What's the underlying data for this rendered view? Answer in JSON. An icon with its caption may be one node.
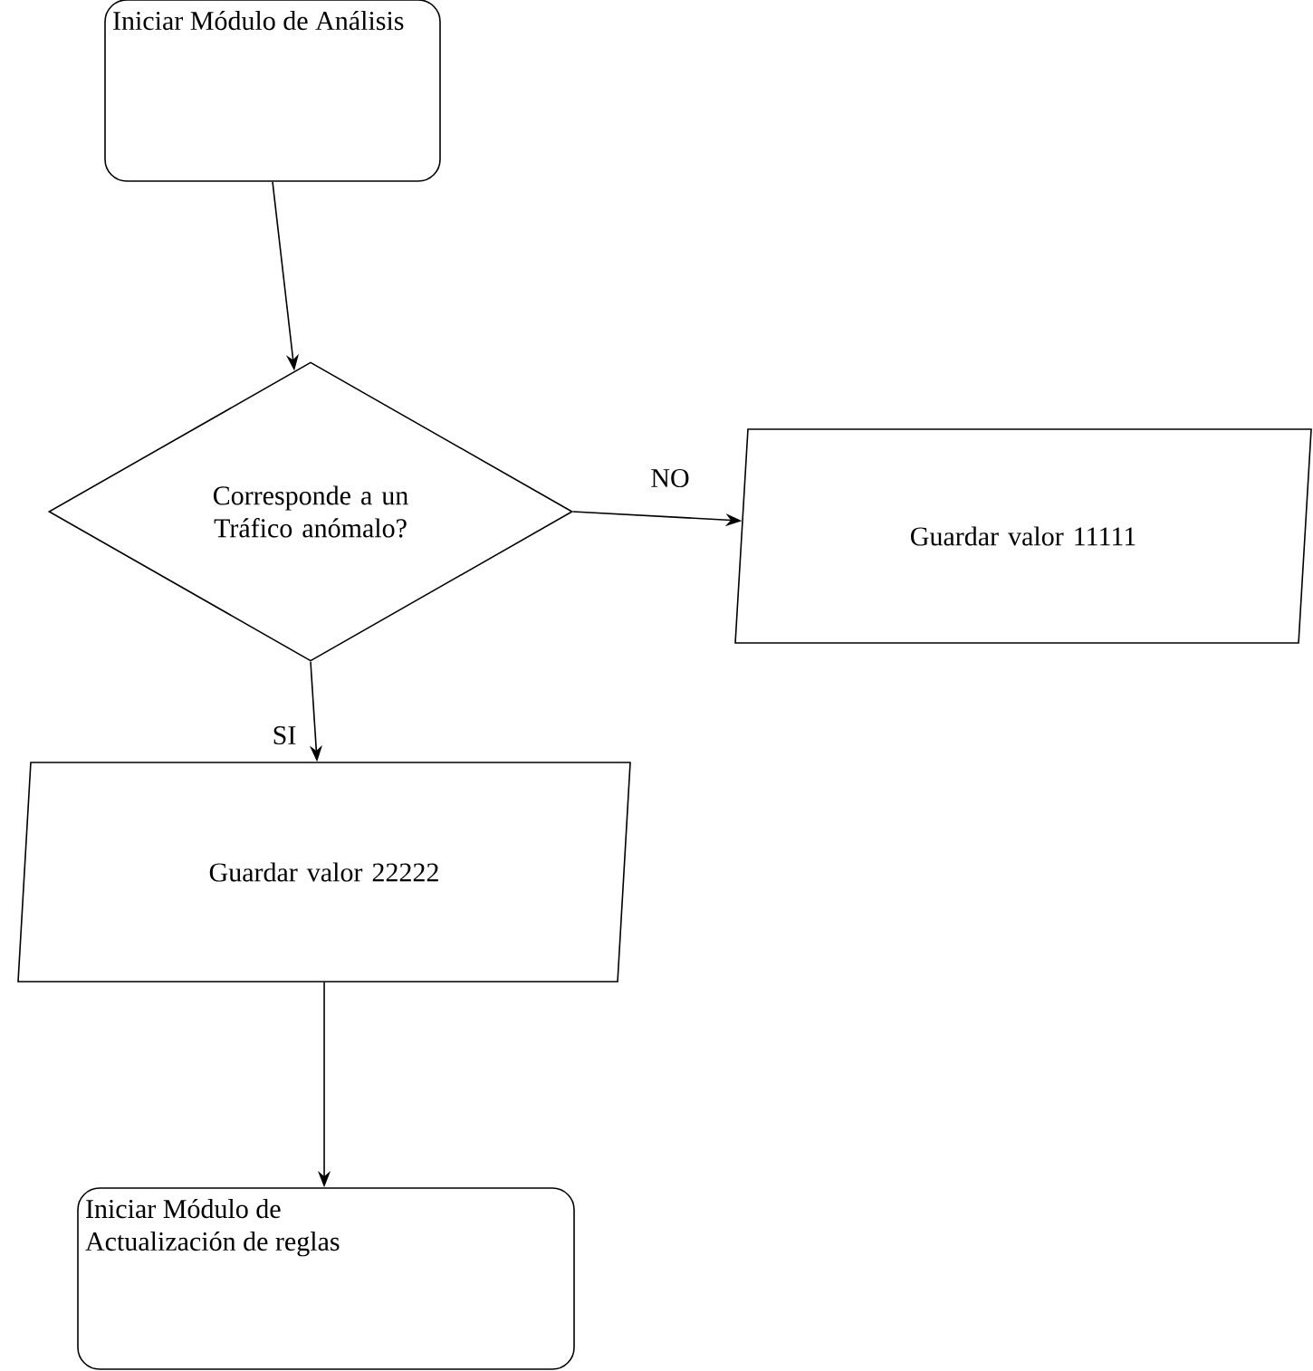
{
  "diagram": {
    "nodes": [
      {
        "text": [
          "Iniciar Módulo de Análisis"
        ]
      },
      {
        "text": [
          "Corresponde a un Tráfico anómalo?"
        ]
      },
      {
        "text": [
          "Guardar valor 11111"
        ]
      },
      {
        "text": [
          "Guardar valor 22222"
        ]
      },
      {
        "text": [
          "Iniciar Módulo de Actualización de reglas"
        ]
      }
    ],
    "edges": [
      {
        "from": 0,
        "to": 1,
        "arrow": "to"
      },
      {
        "from": 1,
        "to": 2,
        "arrow": "to",
        "label": "NO"
      },
      {
        "from": 1,
        "to": 3,
        "arrow": "to",
        "label": "SI"
      },
      {
        "from": 3,
        "to": 4,
        "arrow": "to"
      }
    ]
  }
}
